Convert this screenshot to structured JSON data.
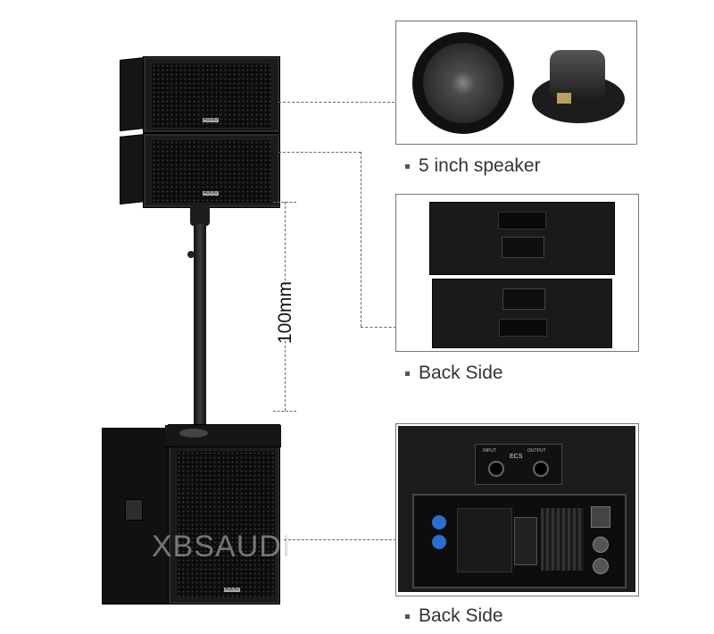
{
  "captions": {
    "speaker": "5 inch speaker",
    "back_side_top": "Back Side",
    "back_side_bottom": "Back Side"
  },
  "dimension_label": "100mm",
  "watermark": "XBSAUDI",
  "brand_badge": "AUDIO",
  "amp_panel": {
    "label_input": "INPUT",
    "label_output": "OUTPUT",
    "label_ecs": "ECS"
  },
  "colors": {
    "speaker_body": "#1b1b1b",
    "panel_border": "#777777",
    "caption_text": "#333333"
  }
}
